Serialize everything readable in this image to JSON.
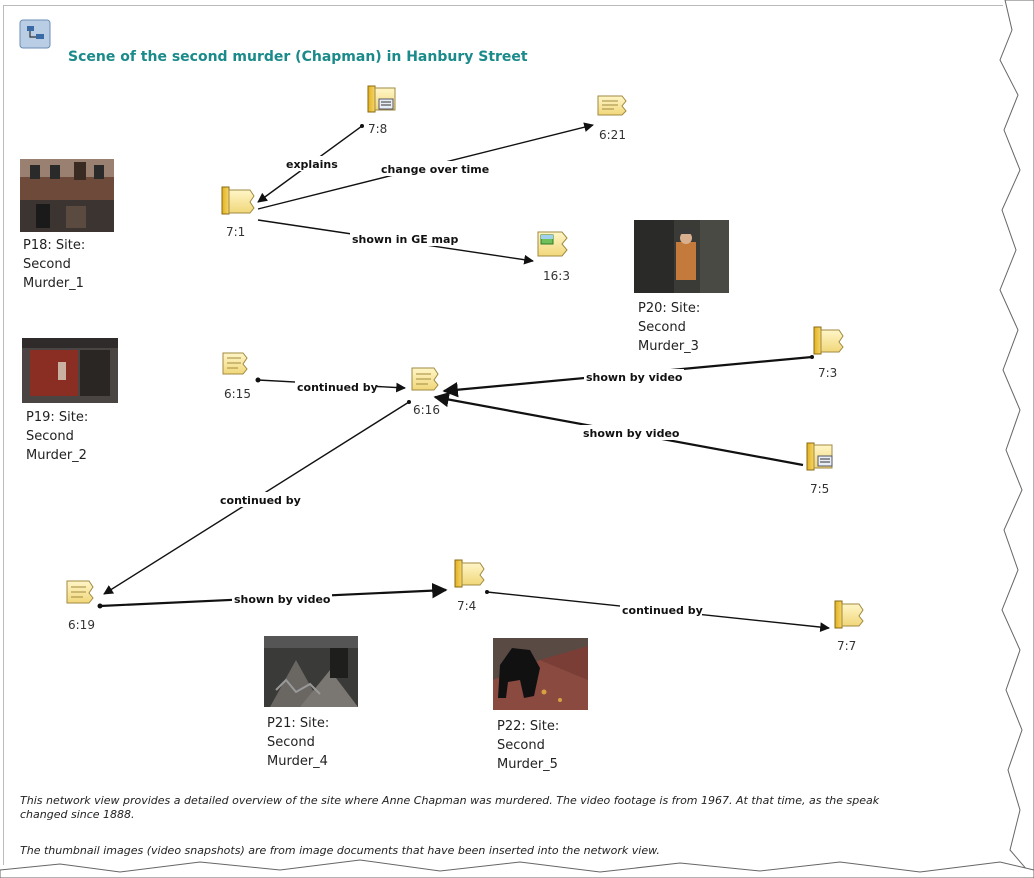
{
  "title": "Scene of the second murder (Chapman) in Hanbury Street",
  "nodes": {
    "n7_8": "7:8",
    "n6_21": "6:21",
    "n7_1": "7:1",
    "n16_3": "16:3",
    "n6_15": "6:15",
    "n6_16": "6:16",
    "n7_3": "7:3",
    "n7_5": "7:5",
    "n6_19": "6:19",
    "n7_4": "7:4",
    "n7_7": "7:7"
  },
  "edges": {
    "explains": "explains",
    "change_over_time": "change over time",
    "shown_in_ge_map": "shown in GE map",
    "continued_by_1": "continued by",
    "shown_by_video_1": "shown by video",
    "shown_by_video_2": "shown by video",
    "continued_by_2": "continued by",
    "shown_by_video_3": "shown by video",
    "continued_by_3": "continued by"
  },
  "thumbnails": {
    "p18": "P18: Site:\nSecond\nMurder_1",
    "p19": "P19: Site:\nSecond\nMurder_2",
    "p20": "P20: Site:\nSecond\nMurder_3",
    "p21": "P21: Site:\nSecond\nMurder_4",
    "p22": "P22: Site:\nSecond\nMurder_5"
  },
  "caption": {
    "line1": "This network view provides a detailed overview of the site where Anne Chapman was murdered. The video footage is from 1967. At that time, as the speak",
    "line2": "changed since 1888.",
    "line3": "The thumbnail images (video snapshots) are from image documents that have been inserted into the network view."
  }
}
